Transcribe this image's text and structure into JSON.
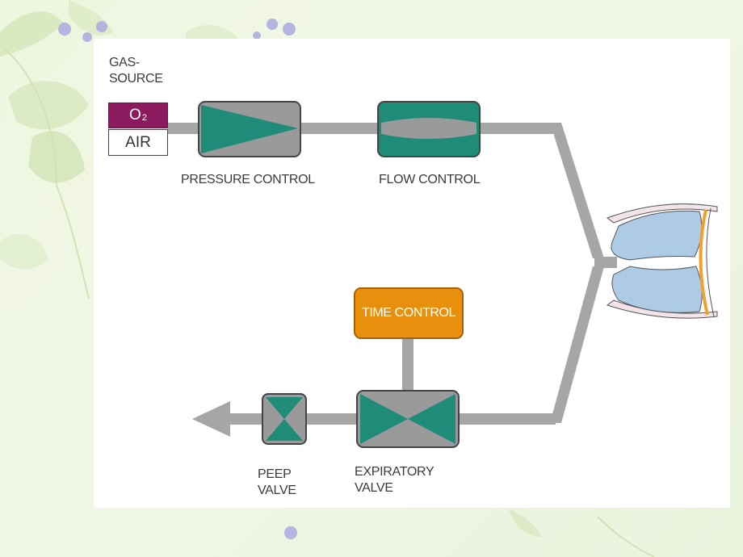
{
  "gas_source": {
    "label_line1": "GAS-",
    "label_line2": "SOURCE"
  },
  "o2": {
    "main": "O",
    "sub": "2"
  },
  "air": "AIR",
  "pressure_control": "PRESSURE CONTROL",
  "flow_control": "FLOW CONTROL",
  "time_control": "TIME CONTROL",
  "peep_valve": {
    "line1": "PEEP",
    "line2": "VALVE"
  },
  "expiratory_valve": {
    "line1": "EXPIRATORY",
    "line2": "VALVE"
  },
  "colors": {
    "pipe": "#a6a6a6",
    "valve_teal": "#1f8c79",
    "valve_gray": "#9a9a9a",
    "o2_magenta": "#8c1a5e",
    "time_orange": "#e8900e",
    "lung_blue": "#aecbe6",
    "diaphragm_orange": "#f0a030"
  }
}
